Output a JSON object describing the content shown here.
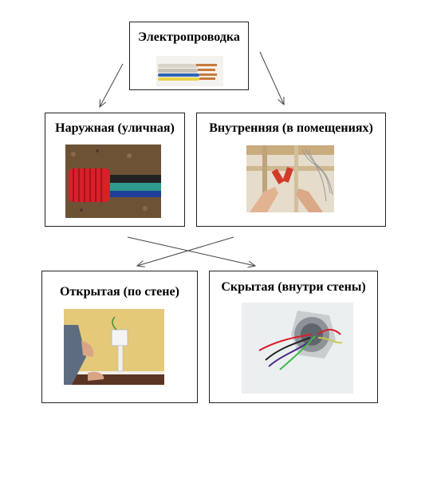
{
  "diagram": {
    "root": {
      "label": "Электропроводка"
    },
    "level1": [
      {
        "label": "Наружная (уличная)"
      },
      {
        "label": "Внутренняя (в помещениях)"
      }
    ],
    "level2": [
      {
        "label": "Открытая (по стене)"
      },
      {
        "label": "Скрытая (внутри стены)"
      }
    ]
  },
  "colors": {
    "border": "#222222",
    "arrow": "#444444",
    "background": "#ffffff"
  }
}
